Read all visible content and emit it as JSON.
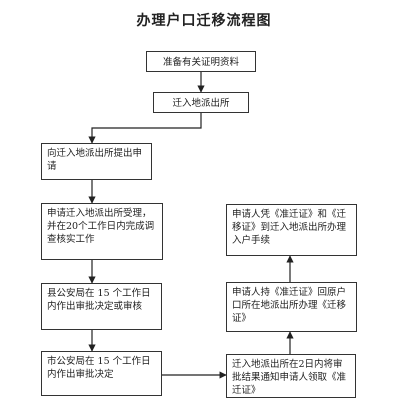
{
  "title": "办理户口迁移流程图",
  "steps": {
    "s1": "准备有关证明资料",
    "s2": "迁入地派出所",
    "s3": "向迁入地派出所提出申请",
    "s4": "申请迁入地派出所受理，并在20个工作日内完成调查核实工作",
    "s5": "县公安局在 15 个工作日内作出审批决定或审核",
    "s6": "市公安局在 15 个工作日内作出审批决定",
    "s7": "迁入地派出所在2日内将审批结果通知申请人领取《准迁证》",
    "s8": "申请人持《准迁证》回原户口所在地派出所办理《迁移证》",
    "s9": "申请人凭《准迁证》和《迁移证》到迁入地派出所办理入户手续"
  }
}
